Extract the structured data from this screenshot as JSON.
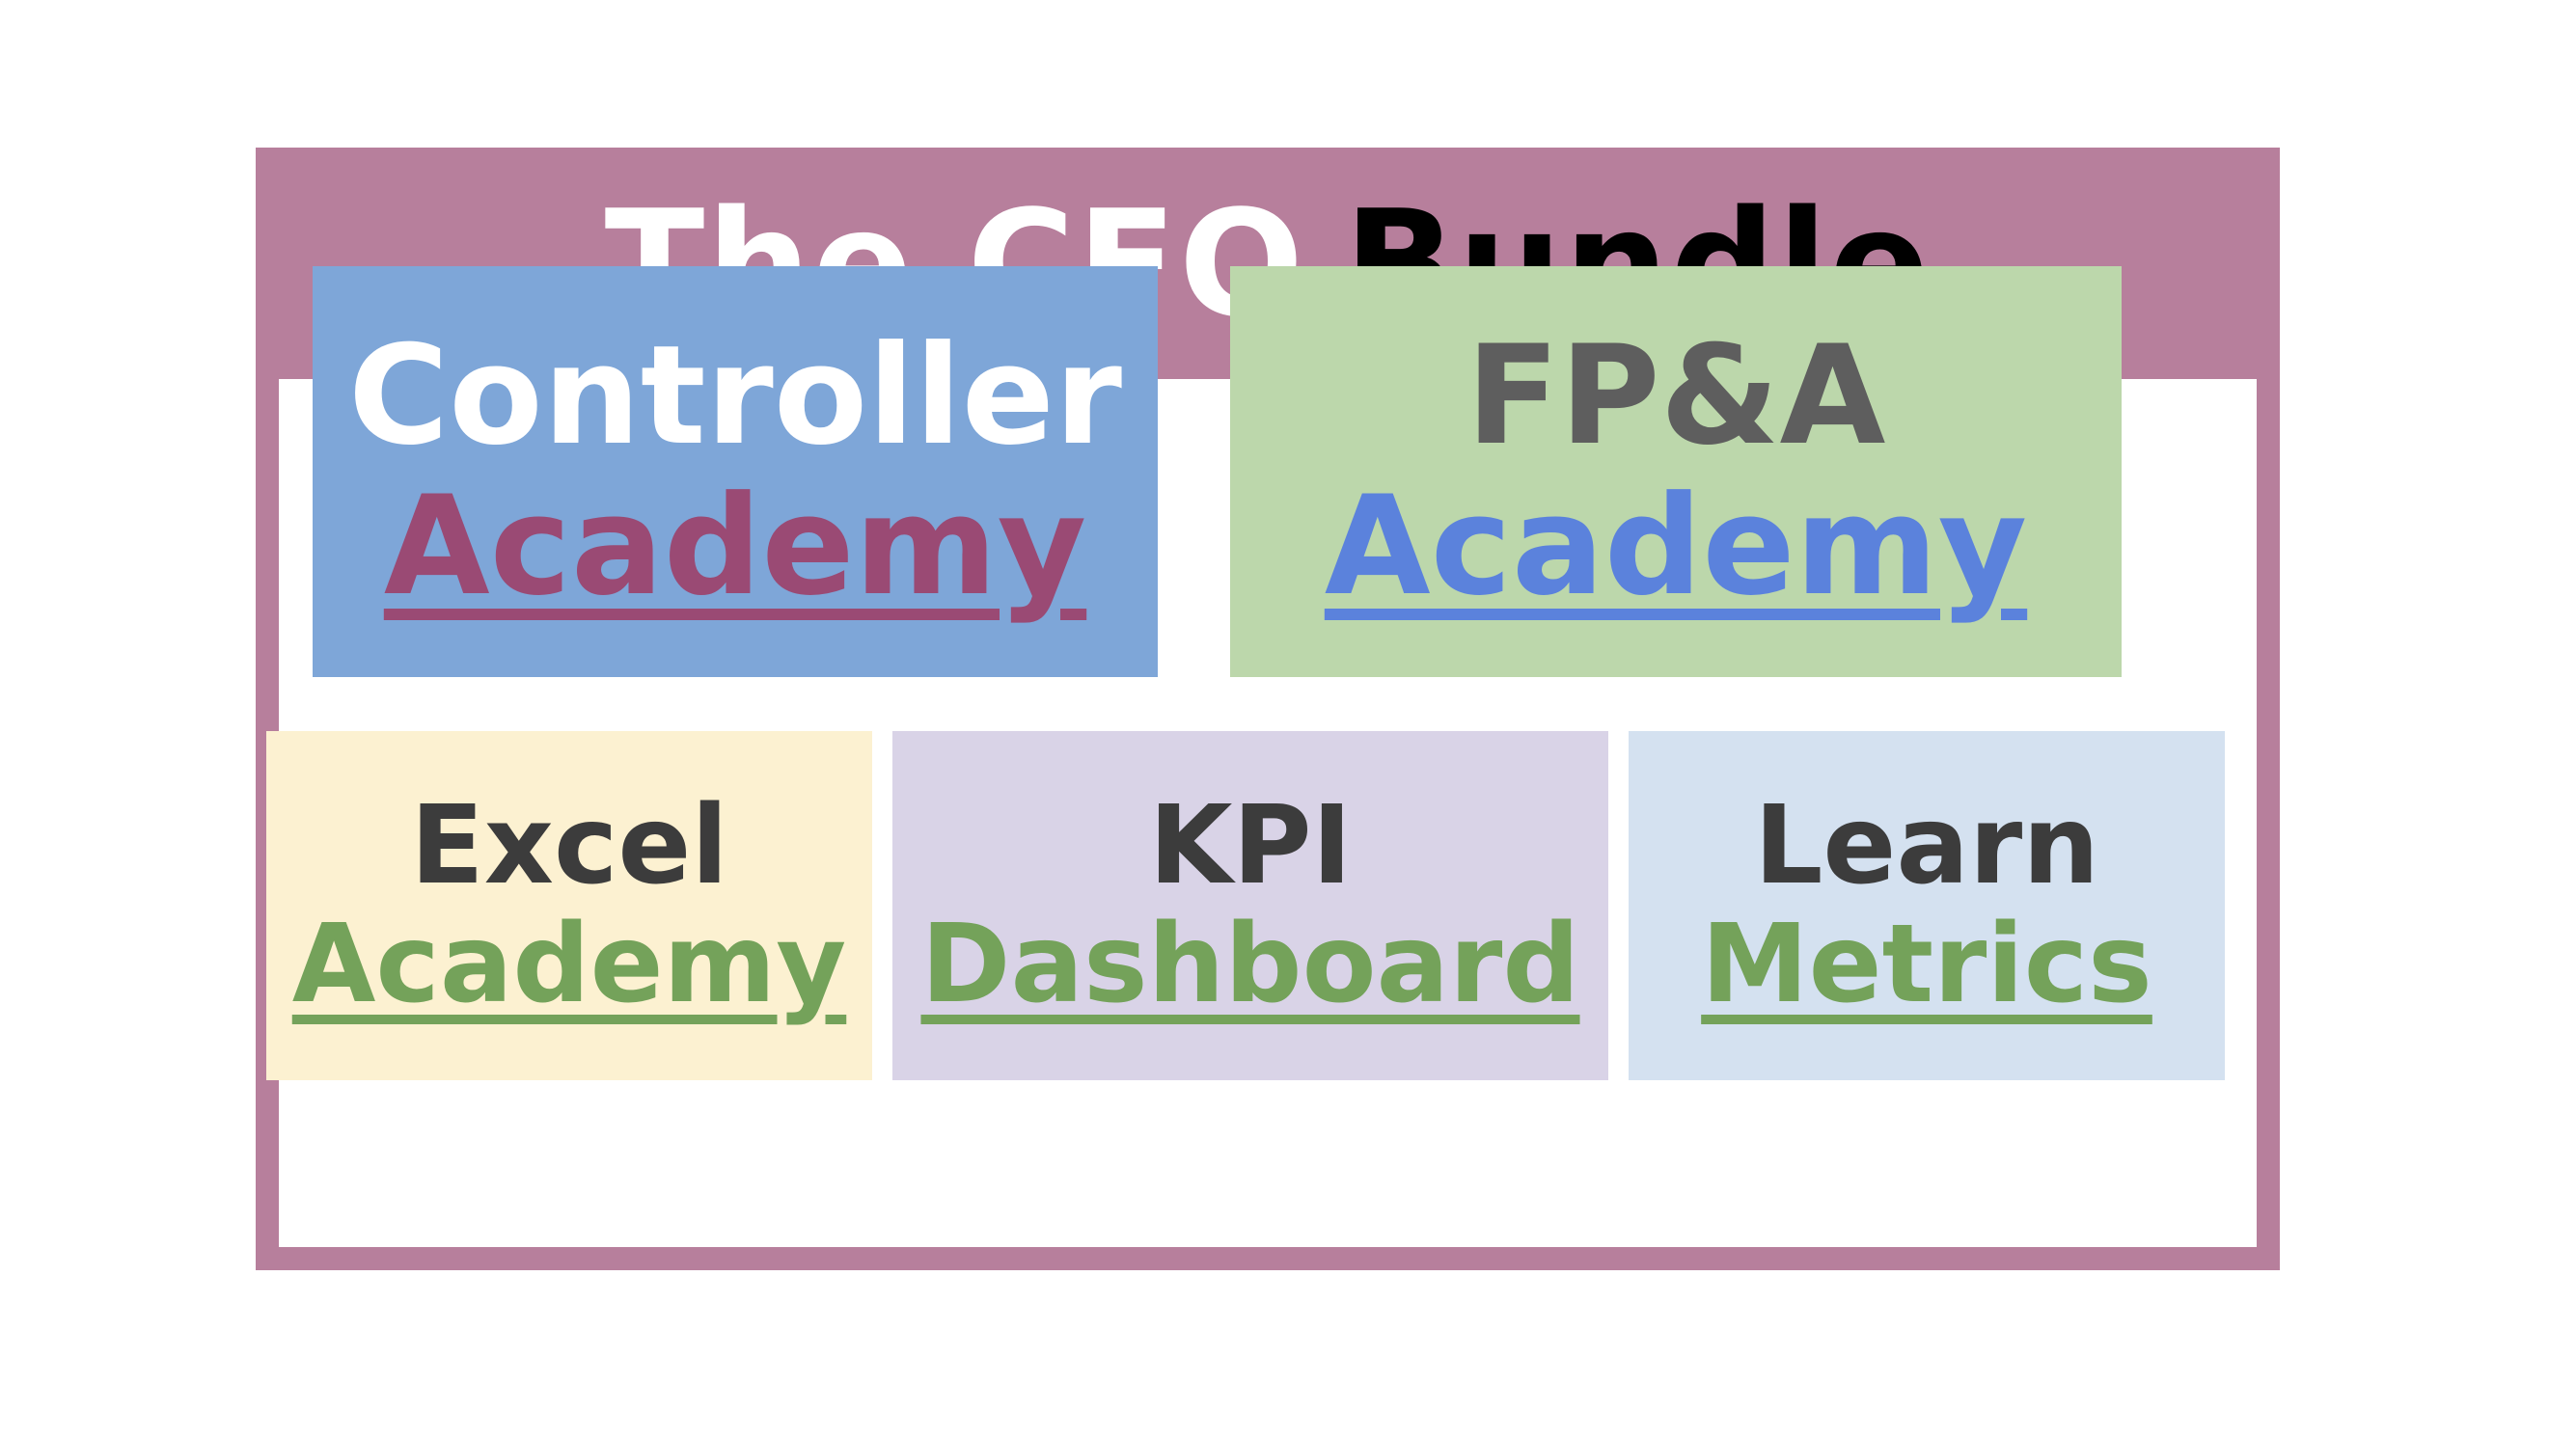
{
  "title": {
    "main": "The CFO",
    "accent": "Bundle",
    "main_color": "#ffffff",
    "accent_color": "#000000"
  },
  "colors": {
    "frame": "#b77f9c",
    "inner": "#ffffff"
  },
  "boxes": [
    {
      "id": "controller",
      "line1": "Controller",
      "line2": "Academy",
      "bg": "#7ea6d8",
      "line1_color": "#ffffff",
      "line2_color": "#9a4a74"
    },
    {
      "id": "fpa",
      "line1": "FP&A",
      "line2": "Academy",
      "bg": "#bcd7ab",
      "line1_color": "#5e5e5e",
      "line2_color": "#5b82dc"
    },
    {
      "id": "excel",
      "line1": "Excel",
      "line2": "Academy",
      "bg": "#fcf1d1",
      "line1_color": "#3c3c3c",
      "line2_color": "#74a25a"
    },
    {
      "id": "kpi",
      "line1": "KPI",
      "line2": "Dashboard",
      "bg": "#d9d3e7",
      "line1_color": "#3c3c3c",
      "line2_color": "#74a25a"
    },
    {
      "id": "learn",
      "line1": "Learn",
      "line2": "Metrics",
      "bg": "#d4e1f0",
      "line1_color": "#3c3c3c",
      "line2_color": "#74a25a"
    }
  ]
}
